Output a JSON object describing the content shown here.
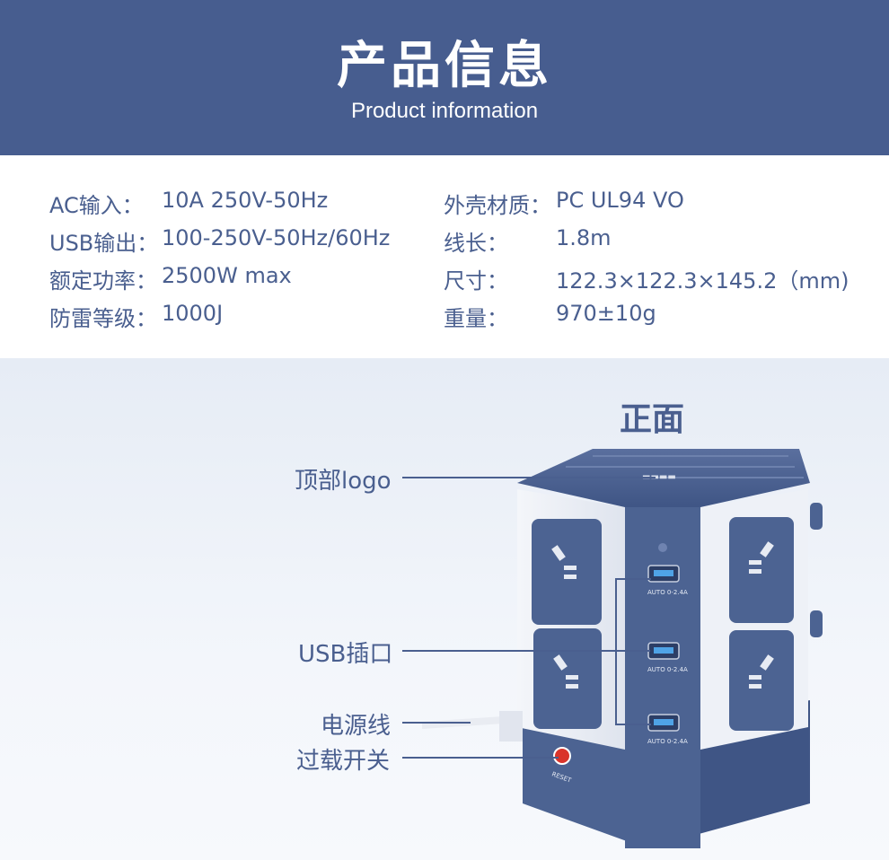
{
  "header": {
    "title": "产品信息",
    "subtitle": "Product information"
  },
  "specs": {
    "left": [
      {
        "key": "AC输入：",
        "value": "10A 250V-50Hz"
      },
      {
        "key": "USB输出：",
        "value": "100-250V-50Hz/60Hz"
      },
      {
        "key": "额定功率：",
        "value": "2500W max"
      },
      {
        "key": "防雷等级：",
        "value": "1000J"
      }
    ],
    "right": [
      {
        "key": "外壳材质：",
        "value": "PC UL94 VO"
      },
      {
        "key": "线长：",
        "value": "1.8m"
      },
      {
        "key": "尺寸：",
        "value": "122.3×122.3×145.2（mm)"
      },
      {
        "key": "重量：",
        "value": "970±10g"
      }
    ]
  },
  "diagram": {
    "view_title": "正面",
    "labels": {
      "top_logo": "顶部logo",
      "usb_port": "USB插口",
      "power_cord": "电源线",
      "overload_switch": "过载开关"
    },
    "usb_port_text": "AUTO 0-2.4A",
    "reset_text": "RESET"
  },
  "colors": {
    "header_bg": "#475d8f",
    "text": "#4a5f8f",
    "product_blue": "#4c6392",
    "reset_red": "#d9342b"
  }
}
